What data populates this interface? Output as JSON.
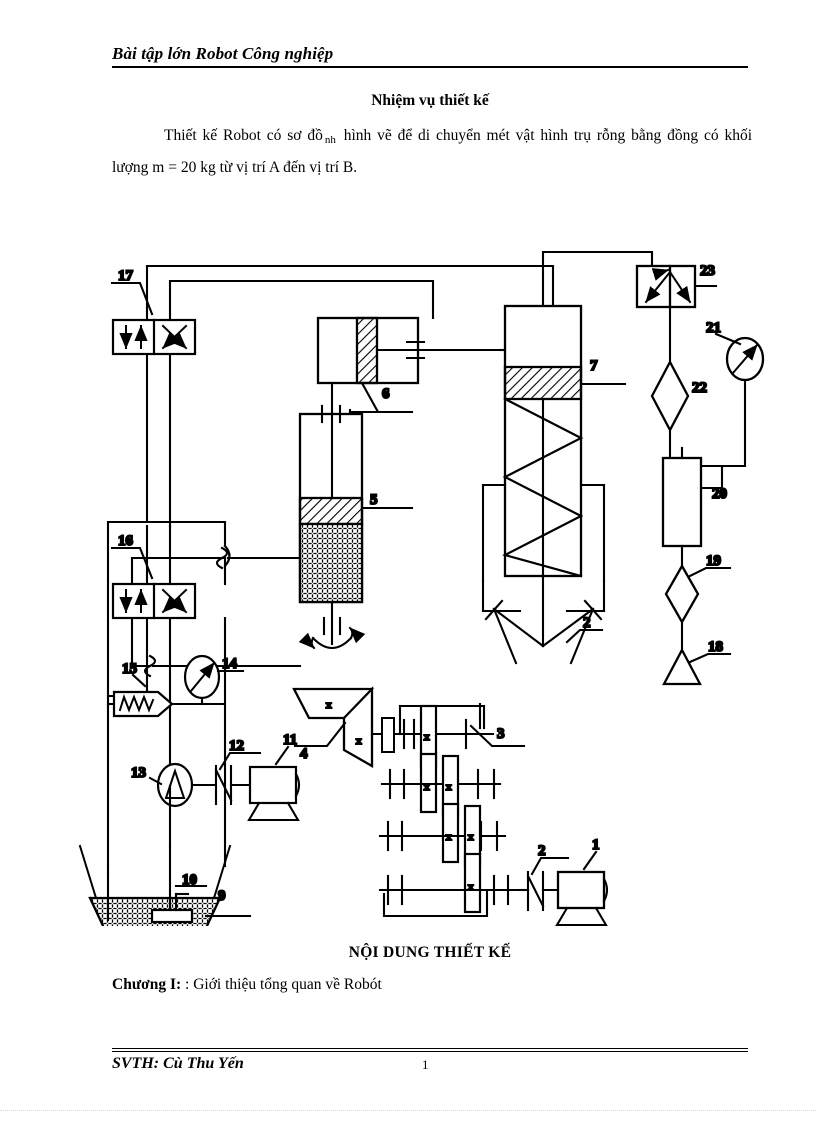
{
  "header": {
    "title": "Bài tập lớn Robot Công nghiệp"
  },
  "intro": {
    "heading": "Nhiệm vụ thiết kế",
    "line1_a": "Thiết kế Robot có sơ đồ",
    "line1_sub": "nh",
    "line1_b": "hình vẽ để di chuyển mét vật hình trụ rỗng",
    "line2": "bằng đồng có khối lượng m = 20 kg từ vị trí A đến vị trí B."
  },
  "content": {
    "section_title": "NỘI DUNG THIẾT KẾ",
    "chapter_label": "Chương I:",
    "chapter_text": ": Giới thiệu tổng quan về Robót"
  },
  "footer": {
    "author": "SVTH: Cù Thu Yến",
    "page_number": "1"
  },
  "diagram": {
    "title": "Hydraulic and pneumatic schematic of the robot",
    "labels": {
      "n1": "1",
      "n2_gearbox": "2",
      "n2_gripper": "2",
      "n3": "3",
      "n4": "4",
      "n5": "5",
      "n6": "6",
      "n7": "7",
      "n9": "9",
      "n10": "10",
      "n11": "11",
      "n12": "12",
      "n13": "13",
      "n14": "14",
      "n15": "15",
      "n16": "16",
      "n17": "17",
      "n18": "18",
      "n19": "19",
      "n20": "20",
      "n21": "21",
      "n22": "22",
      "n23": "23"
    },
    "components": [
      {
        "id": "1",
        "name": "electric-motor",
        "kind": "motor"
      },
      {
        "id": "2",
        "name": "coupling-gearbox",
        "kind": "coupling"
      },
      {
        "id": "3",
        "name": "gear-train",
        "kind": "gearbox"
      },
      {
        "id": "4",
        "name": "bevel-gear-pair",
        "kind": "bevel-gear"
      },
      {
        "id": "5",
        "name": "vertical-hydraulic-cylinder",
        "kind": "cylinder"
      },
      {
        "id": "6",
        "name": "horizontal-hydraulic-cylinder",
        "kind": "cylinder"
      },
      {
        "id": "7",
        "name": "spring-return-gripper-cylinder",
        "kind": "spring-cylinder"
      },
      {
        "id": "9",
        "name": "oil-reservoir",
        "kind": "tank"
      },
      {
        "id": "10",
        "name": "suction-filter",
        "kind": "filter"
      },
      {
        "id": "11",
        "name": "pump-drive-motor",
        "kind": "motor"
      },
      {
        "id": "12",
        "name": "pump-coupling",
        "kind": "coupling"
      },
      {
        "id": "13",
        "name": "hydraulic-pump",
        "kind": "pump"
      },
      {
        "id": "14",
        "name": "pressure-gauge",
        "kind": "gauge"
      },
      {
        "id": "15",
        "name": "relief-valve",
        "kind": "relief-valve"
      },
      {
        "id": "16",
        "name": "directional-control-valve-lower",
        "kind": "dcv"
      },
      {
        "id": "17",
        "name": "directional-control-valve-upper",
        "kind": "dcv"
      },
      {
        "id": "18",
        "name": "air-compressor",
        "kind": "compressor"
      },
      {
        "id": "19",
        "name": "air-filter",
        "kind": "filter"
      },
      {
        "id": "20",
        "name": "air-receiver-tank",
        "kind": "tank"
      },
      {
        "id": "21",
        "name": "air-pressure-gauge",
        "kind": "gauge"
      },
      {
        "id": "22",
        "name": "air-regulator",
        "kind": "filter"
      },
      {
        "id": "23",
        "name": "pneumatic-directional-valve",
        "kind": "dcv"
      }
    ]
  }
}
